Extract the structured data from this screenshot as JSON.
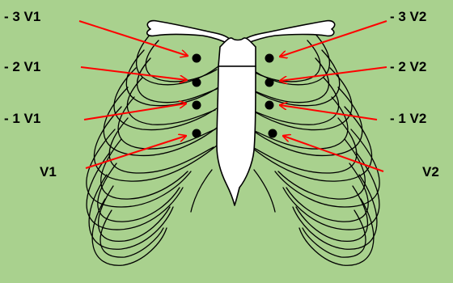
{
  "labels": {
    "left": [
      "- 3 V1",
      "- 2 V1",
      "- 1 V1",
      "V1"
    ],
    "right": [
      "- 3 V2",
      "- 2 V2",
      "- 1 V2",
      "V2"
    ]
  },
  "colors": {
    "background": "#a9d18e",
    "arrow": "#ff0000",
    "outline": "#000000",
    "bone_fill": "#ffffff"
  },
  "icons": {
    "electrode": "filled-black-dot",
    "pointer": "red-arrow"
  }
}
